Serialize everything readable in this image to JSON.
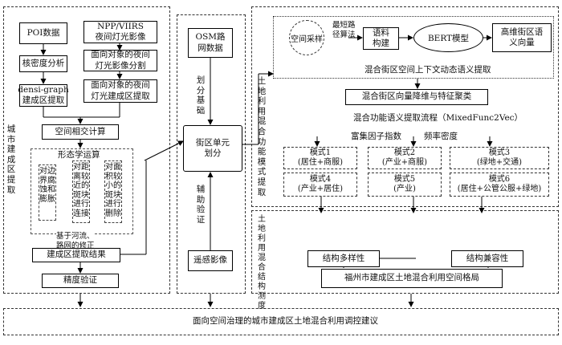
{
  "left": {
    "section_label": "城市建成区提取",
    "poi": "POI数据",
    "npp": "NPP/VIIRS\n夜间灯光影像",
    "kernel": "核密度分析",
    "seg": "面向对象的夜间\n灯光影像分割",
    "densi": "densi-graph\n建成区提取",
    "night_extract": "面向对象的夜间\n灯光建成区提取",
    "overlay": "空间相交计算",
    "morph_title": "形态学运算",
    "morph_cols": [
      "对边界腐蚀和膨胀",
      "对距离较近的斑块进行连接",
      "对面积较小的斑块进行删除"
    ],
    "correction_note": "基于河流、\n路网的修正",
    "result": "建成区提取结果",
    "accuracy": "精度验证"
  },
  "middle": {
    "osm": "OSM路\n网数据",
    "divide_basis": "划分基础",
    "block_unit": "街区单元\n划分",
    "aux_verify": "辅助验证",
    "remote": "遥感影像"
  },
  "right": {
    "section1_label": "土地利用混合功能模式提取",
    "spatial_sampling": "空间采样",
    "shortest_path": "最短路\n径算法",
    "corpus": "语料\n构建",
    "bert": "BERT模型",
    "hd_vector": "高维街区语\n义向量",
    "semantic_extract": "混合街区空间上下文动态语义提取",
    "dim_reduce": "混合街区向量降维与特征聚类",
    "flow_title": "混合功能语义提取流程（MixedFunc2Vec）",
    "enrichment": "富集因子指数",
    "frequency": "频率密度",
    "modes": [
      {
        "title": "模式1",
        "desc": "(居住+商服)"
      },
      {
        "title": "模式2",
        "desc": "(产业+商服)"
      },
      {
        "title": "模式3",
        "desc": "(绿地+交通)"
      },
      {
        "title": "模式4",
        "desc": "(产业+居住)"
      },
      {
        "title": "模式5",
        "desc": "(产业)"
      },
      {
        "title": "模式6",
        "desc": "(居住+公管公服+绿地)"
      }
    ],
    "section2_label": "土地利用混合结构测度",
    "diversity": "结构多样性",
    "compatibility": "结构兼容性",
    "fuzhou": "福州市建成区土地混合利用空间格局"
  },
  "bottom": {
    "suggestion": "面向空间治理的城市建成区土地混合利用调控建议"
  }
}
